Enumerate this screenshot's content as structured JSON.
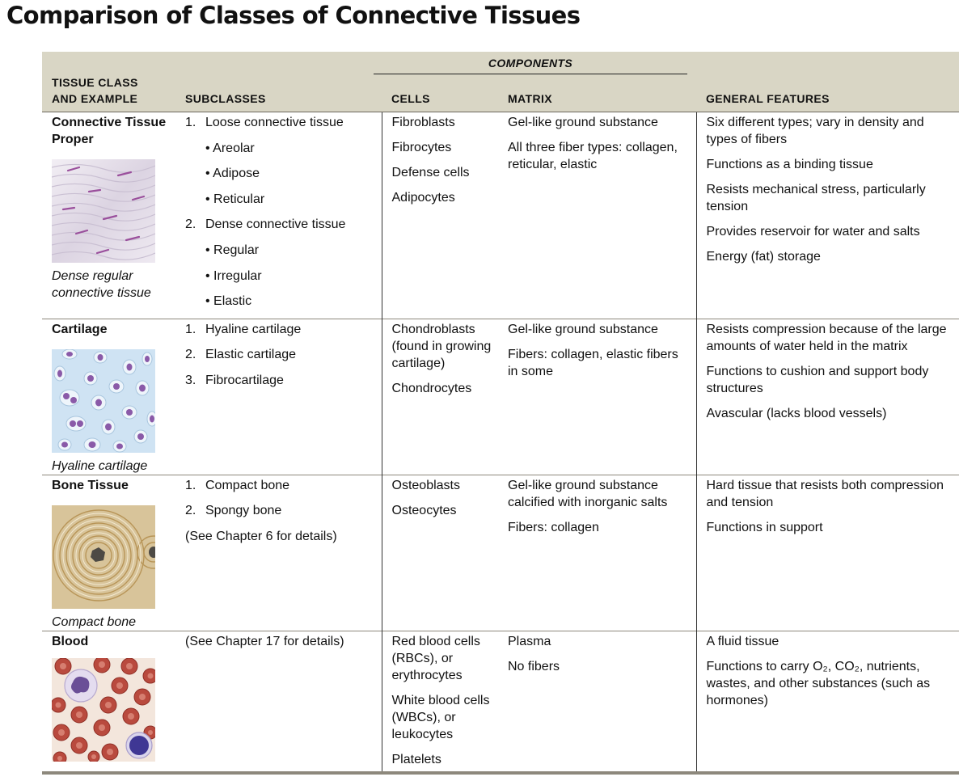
{
  "title": "Comparison of Classes of Connective Tissues",
  "headers": {
    "components": "COMPONENTS",
    "tissue_class_line1": "TISSUE CLASS",
    "tissue_class_line2": "AND EXAMPLE",
    "subclasses": "SUBCLASSES",
    "cells": "CELLS",
    "matrix": "MATRIX",
    "general_features": "GENERAL FEATURES"
  },
  "rows": [
    {
      "class_line1": "Connective Tissue",
      "class_line2": "Proper",
      "image_icon": "dense-regular-connective-tissue-illustration",
      "caption_line1": "Dense regular",
      "caption_line2": "connective tissue",
      "subclasses": [
        {
          "num": "1.",
          "text": "Loose connective tissue"
        },
        {
          "num": "",
          "text": "• Areolar"
        },
        {
          "num": "",
          "text": "• Adipose"
        },
        {
          "num": "",
          "text": "• Reticular"
        },
        {
          "num": "2.",
          "text": "Dense connective tissue"
        },
        {
          "num": "",
          "text": "• Regular"
        },
        {
          "num": "",
          "text": "• Irregular"
        },
        {
          "num": "",
          "text": "• Elastic"
        }
      ],
      "cells": [
        "Fibroblasts",
        "Fibrocytes",
        "Defense cells",
        "Adipocytes"
      ],
      "matrix": [
        "Gel-like ground substance",
        "All three fiber types: collagen, reticular, elastic"
      ],
      "features": [
        "Six different types; vary in density and types of fibers",
        "Functions as a binding tissue",
        "Resists mechanical stress, particularly tension",
        "Provides reservoir for water and salts",
        "Energy (fat) storage"
      ]
    },
    {
      "class_line1": "Cartilage",
      "image_icon": "hyaline-cartilage-illustration",
      "caption_line1": "Hyaline cartilage",
      "subclasses": [
        {
          "num": "1.",
          "text": "Hyaline cartilage"
        },
        {
          "num": "2.",
          "text": "Elastic cartilage"
        },
        {
          "num": "3.",
          "text": "Fibrocartilage"
        }
      ],
      "cells": [
        "Chondroblasts (found in growing cartilage)",
        "Chondrocytes"
      ],
      "matrix": [
        "Gel-like ground substance",
        "Fibers: collagen, elastic fibers in some"
      ],
      "features": [
        "Resists compression because of the large amounts of water held in the matrix",
        "Functions to cushion and support body structures",
        "Avascular (lacks blood vessels)"
      ]
    },
    {
      "class_line1": "Bone Tissue",
      "image_icon": "compact-bone-illustration",
      "caption_line1": "Compact bone",
      "subclasses": [
        {
          "num": "1.",
          "text": "Compact bone"
        },
        {
          "num": "2.",
          "text": "Spongy bone"
        },
        {
          "num": "",
          "text": "(See Chapter 6 for details)"
        }
      ],
      "cells": [
        "Osteoblasts",
        "Osteocytes"
      ],
      "matrix": [
        "Gel-like ground substance calcified with inorganic salts",
        "Fibers: collagen"
      ],
      "features": [
        "Hard tissue that resists both compression and tension",
        "Functions in support"
      ]
    },
    {
      "class_line1": "Blood",
      "image_icon": "blood-cells-illustration",
      "subclasses": [
        {
          "num": "",
          "text": "(See Chapter 17 for details)"
        }
      ],
      "cells": [
        "Red blood cells (RBCs), or erythrocytes",
        "White blood cells (WBCs), or leukocytes",
        "Platelets"
      ],
      "matrix": [
        "Plasma",
        "No fibers"
      ],
      "features": [
        "A fluid tissue",
        "Functions to carry O₂, CO₂, nutrients, wastes, and other substances (such as hormones)"
      ]
    }
  ]
}
